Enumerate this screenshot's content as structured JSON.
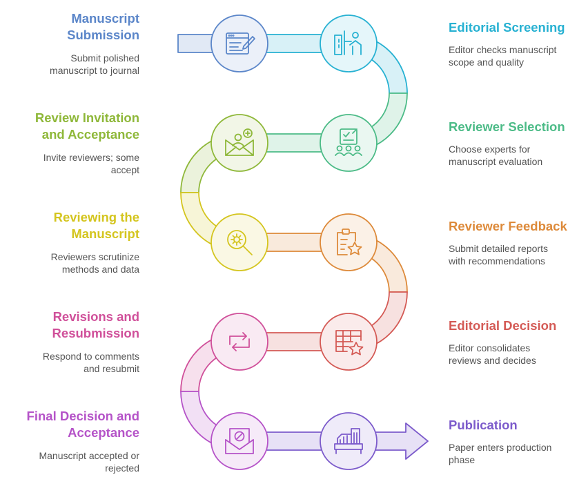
{
  "steps": [
    {
      "id": "manuscript-submission",
      "title_lines": [
        "Manuscript",
        "Submission"
      ],
      "desc_lines": [
        "Submit polished",
        "manuscript to journal"
      ],
      "color": "#5b86c9",
      "icon": "form-pencil-icon"
    },
    {
      "id": "editorial-screening",
      "title_lines": [
        "Editorial Screening"
      ],
      "desc_lines": [
        "Editor checks manuscript",
        "scope and quality"
      ],
      "color": "#27b1d2",
      "icon": "presenter-board-icon"
    },
    {
      "id": "reviewer-selection",
      "title_lines": [
        "Reviewer Selection"
      ],
      "desc_lines": [
        "Choose experts for",
        "manuscript evaluation"
      ],
      "color": "#4cbb87",
      "icon": "checklist-team-icon"
    },
    {
      "id": "review-invitation",
      "title_lines": [
        "Review Invitation",
        "and Acceptance"
      ],
      "desc_lines": [
        "Invite reviewers; some",
        "accept"
      ],
      "color": "#8fb83a",
      "icon": "invitation-envelope-icon"
    },
    {
      "id": "reviewing-manuscript",
      "title_lines": [
        "Reviewing the",
        "Manuscript"
      ],
      "desc_lines": [
        "Reviewers scrutinize",
        "methods and data"
      ],
      "color": "#d4c51f",
      "icon": "magnifier-gear-icon"
    },
    {
      "id": "reviewer-feedback",
      "title_lines": [
        "Reviewer Feedback"
      ],
      "desc_lines": [
        "Submit detailed reports",
        "with recommendations"
      ],
      "color": "#dd8a3a",
      "icon": "clipboard-star-icon"
    },
    {
      "id": "editorial-decision",
      "title_lines": [
        "Editorial Decision"
      ],
      "desc_lines": [
        "Editor consolidates",
        "reviews and decides"
      ],
      "color": "#d45a55",
      "icon": "table-star-icon"
    },
    {
      "id": "revisions-resubmission",
      "title_lines": [
        "Revisions and",
        "Resubmission"
      ],
      "desc_lines": [
        "Respond to comments",
        "and resubmit"
      ],
      "color": "#d0509a",
      "icon": "repeat-arrows-icon"
    },
    {
      "id": "final-decision",
      "title_lines": [
        "Final Decision and",
        "Acceptance"
      ],
      "desc_lines": [
        "Manuscript accepted or",
        "rejected"
      ],
      "color": "#b553c8",
      "icon": "sealed-letter-icon"
    },
    {
      "id": "publication",
      "title_lines": [
        "Publication"
      ],
      "desc_lines": [
        "Paper enters production",
        "phase"
      ],
      "color": "#7c5bcb",
      "icon": "printing-press-icon"
    }
  ]
}
